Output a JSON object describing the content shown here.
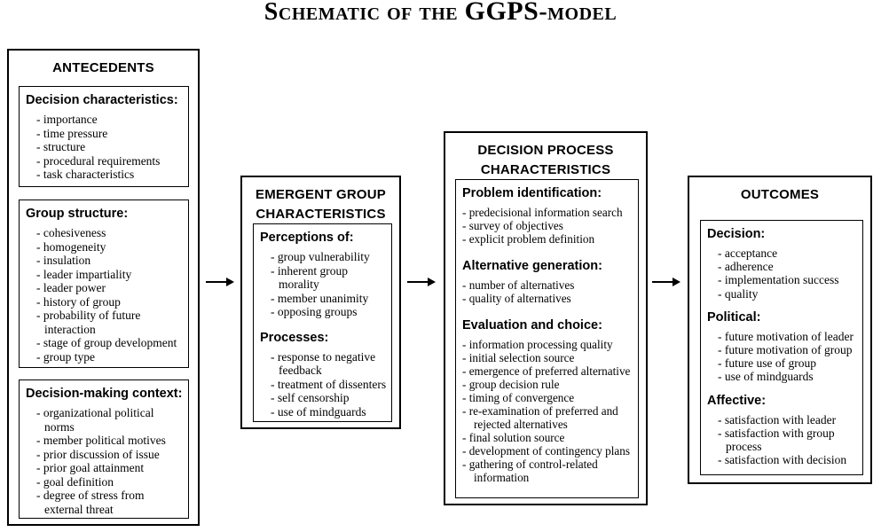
{
  "page": {
    "background": "#ffffff",
    "text_color": "#000000",
    "border_color": "#000000"
  },
  "title": {
    "part1": "Schematic of the ",
    "acronym": "GGPS",
    "part3": "-model"
  },
  "boxes": {
    "antecedents": {
      "title": "ANTECEDENTS",
      "decision_characteristics": {
        "heading": "Decision characteristics:",
        "items": [
          "importance",
          "time pressure",
          "structure",
          "procedural requirements",
          "task characteristics"
        ]
      },
      "group_structure": {
        "heading": "Group structure:",
        "items": [
          "cohesiveness",
          "homogeneity",
          "insulation",
          "leader impartiality",
          "leader power",
          "history of group",
          "probability of future interaction",
          "stage of group development",
          "group type"
        ]
      },
      "decision_making_context": {
        "heading": "Decision-making context:",
        "items": [
          "organizational political norms",
          "member political motives",
          "prior discussion of issue",
          "prior goal attainment",
          "goal definition",
          "degree of stress from external threat"
        ]
      }
    },
    "emergent_group": {
      "title": "EMERGENT GROUP CHARACTERISTICS",
      "perceptions": {
        "heading": "Perceptions of:",
        "items": [
          "group vulnerability",
          "inherent group morality",
          "member unanimity",
          "opposing groups"
        ]
      },
      "processes": {
        "heading": "Processes:",
        "items": [
          "response to negative feedback",
          "treatment of dissenters",
          "self censorship",
          "use of mindguards"
        ]
      }
    },
    "decision_process": {
      "title": "DECISION PROCESS CHARACTERISTICS",
      "problem_identification": {
        "heading": "Problem identification:",
        "items": [
          "predecisional information search",
          "survey of objectives",
          "explicit problem definition"
        ]
      },
      "alternative_generation": {
        "heading": "Alternative generation:",
        "items": [
          "number of alternatives",
          "quality of alternatives"
        ]
      },
      "evaluation_and_choice": {
        "heading": "Evaluation and choice:",
        "items": [
          "information processing quality",
          "initial selection source",
          "emergence of preferred alternative",
          "group decision rule",
          "timing of convergence",
          "re-examination of preferred and rejected alternatives",
          "final solution source",
          "development of contingency plans",
          "gathering of control-related information"
        ]
      }
    },
    "outcomes": {
      "title": "OUTCOMES",
      "decision": {
        "heading": "Decision:",
        "items": [
          "acceptance",
          "adherence",
          "implementation success",
          "quality"
        ]
      },
      "political": {
        "heading": "Political:",
        "items": [
          "future motivation of leader",
          "future motivation of group",
          "future use of group",
          "use of mindguards"
        ]
      },
      "affective": {
        "heading": "Affective:",
        "items": [
          "satisfaction with leader",
          "satisfaction with group process",
          "satisfaction with decision"
        ]
      }
    }
  },
  "arrows": {
    "count": 3,
    "direction": "right"
  }
}
